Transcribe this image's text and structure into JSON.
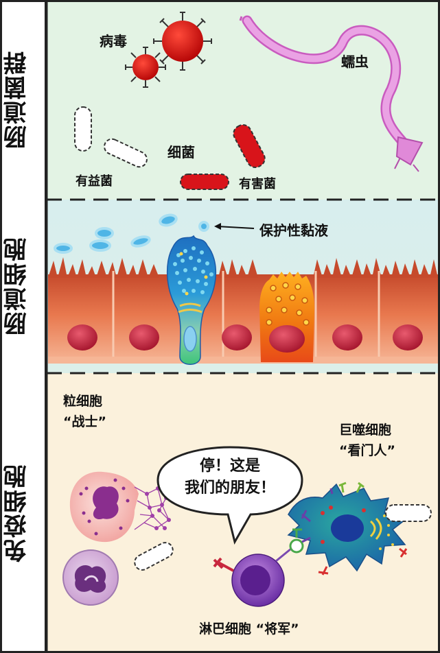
{
  "sections": {
    "microbiota": {
      "label": "肠道菌群"
    },
    "intestinal_cells": {
      "label": "肠道细胞"
    },
    "immune_cells": {
      "label": "免疫细胞"
    }
  },
  "labels": {
    "virus": "病毒",
    "worm": "蠕虫",
    "bacteria": "细菌",
    "beneficial_bacteria": "有益菌",
    "harmful_bacteria": "有害菌",
    "protective_mucus": "保护性黏液",
    "granulocyte_name": "粒细胞",
    "granulocyte_role": "“战士”",
    "macrophage_name": "巨噬细胞",
    "macrophage_role": "“看门人”",
    "lymphocyte": "淋巴细胞 “将军”"
  },
  "speech_bubble": {
    "line1": "停！这是",
    "line2": "我们的朋友！"
  },
  "colors": {
    "microbiota_bg": "#e3f3e4",
    "mucus_bg": "#d9efee",
    "immune_bg": "#fbf1dc",
    "epithelium": "#e2734e",
    "nucleus": "#c8283e",
    "virus": "#d8141a",
    "worm": "#e089d8",
    "harmful_bacteria": "#d8141a",
    "goblet_cell": "#2e8fd0",
    "paneth_cell": "#ee6a10",
    "macrophage": "#1f8fae",
    "lymphocyte": "#7a3fb0",
    "granulocyte": "#f4b0ae"
  }
}
